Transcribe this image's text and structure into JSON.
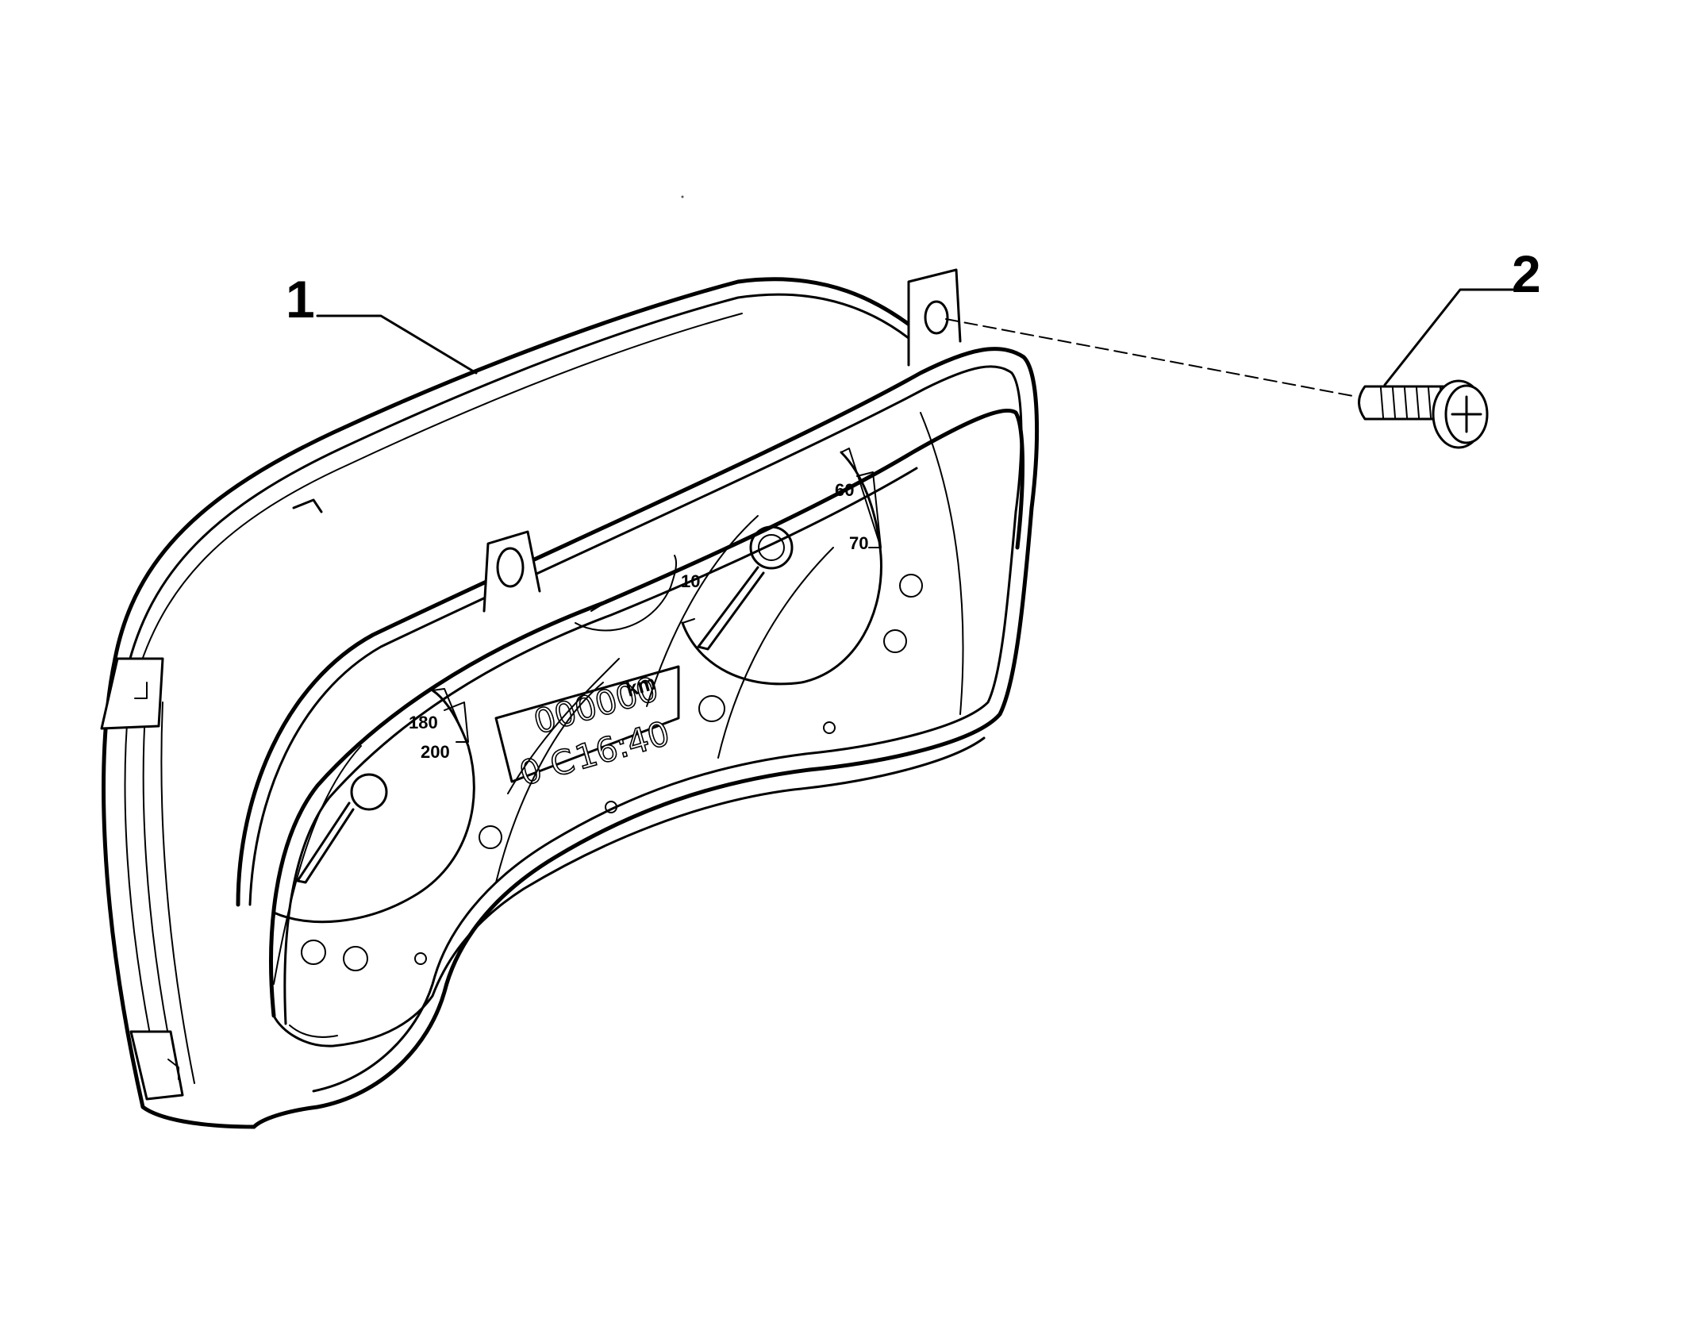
{
  "diagram": {
    "callouts": [
      {
        "id": "1",
        "label": "1"
      },
      {
        "id": "2",
        "label": "2"
      }
    ],
    "gauges": {
      "speedometer_ticks": [
        "180",
        "200"
      ],
      "tachometer_ticks": [
        "10",
        "60",
        "70"
      ]
    },
    "display": {
      "odometer": "000000",
      "odometer_unit": "km",
      "temperature": "0 C",
      "clock": "16:40"
    },
    "colors": {
      "line": "#000000",
      "background": "#ffffff"
    }
  }
}
